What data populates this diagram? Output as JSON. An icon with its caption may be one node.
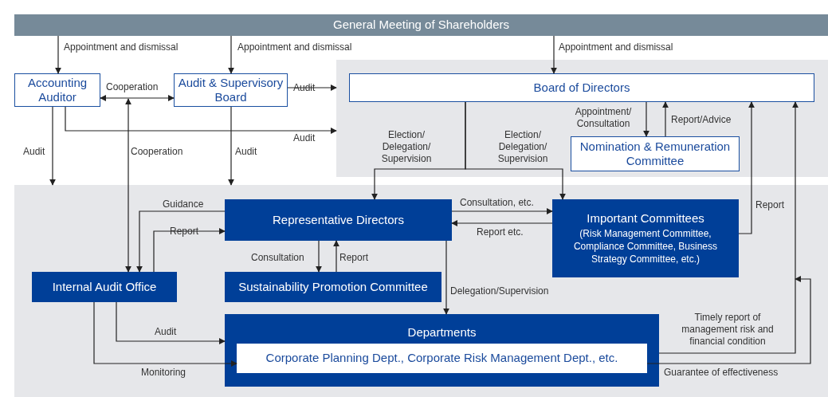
{
  "diagram": {
    "nodes": [
      {
        "text": [
          "General Meeting of Shareholders"
        ]
      },
      {
        "text": [],
        "shape": "box"
      },
      {
        "text": [],
        "shape": "box"
      },
      {
        "text": [
          "Accounting Auditor"
        ]
      },
      {
        "text": [
          "Audit & Supervisory Board"
        ]
      },
      {
        "text": [
          "Board of Directors"
        ],
        "in": 1
      },
      {
        "text": [
          "Nomination & Remuneration Committee"
        ],
        "in": 1
      },
      {
        "text": [
          "Representative Directors"
        ],
        "in": 2
      },
      {
        "text": [
          "Important Committees",
          "(Risk Management Committee, Compliance Committee, Business Strategy Committee, etc.)"
        ],
        "in": 2
      },
      {
        "text": [
          "Internal Audit Office"
        ],
        "in": 2
      },
      {
        "text": [
          "Sustainability Promotion Committee"
        ],
        "in": 2
      },
      {
        "text": [
          "Departments"
        ],
        "in": 2
      },
      {
        "text": [
          "Corporate Planning Dept., Corporate Risk Management Dept., etc."
        ],
        "in": 11
      }
    ],
    "edges": [
      {
        "from": 0,
        "to": 3,
        "arrow": "to",
        "label": "Appointment and dismissal"
      },
      {
        "from": 0,
        "to": 4,
        "arrow": "to",
        "label": "Appointment and dismissal"
      },
      {
        "from": 0,
        "to": 5,
        "arrow": "to",
        "label": "Appointment and dismissal"
      },
      {
        "from": 3,
        "to": 4,
        "arrow": "both",
        "label": "Cooperation"
      },
      {
        "from": 4,
        "to": 1,
        "arrow": "to",
        "label": "Audit"
      },
      {
        "from": 3,
        "to": 1,
        "arrow": "to",
        "label": "Audit"
      },
      {
        "from": 3,
        "to": 2,
        "arrow": "to",
        "label": "Audit"
      },
      {
        "from": 4,
        "to": 2,
        "arrow": "to",
        "label": "Audit"
      },
      {
        "from": null,
        "to": 9,
        "arrow": "both",
        "label": "Cooperation"
      },
      {
        "from": 5,
        "to": 7,
        "arrow": "to",
        "label": "Election/ Delegation/ Supervision"
      },
      {
        "from": 5,
        "to": 8,
        "arrow": "to",
        "label": "Election/ Delegation/ Supervision"
      },
      {
        "from": 5,
        "to": 6,
        "arrow": "to",
        "label": "Appointment/ Consultation"
      },
      {
        "from": 6,
        "to": 5,
        "arrow": "to",
        "label": "Report/Advice"
      },
      {
        "from": 7,
        "to": 9,
        "arrow": "to",
        "label": "Guidance"
      },
      {
        "from": 9,
        "to": 7,
        "arrow": "to",
        "label": "Report"
      },
      {
        "from": 7,
        "to": 8,
        "arrow": "to",
        "label": "Consultation, etc."
      },
      {
        "from": 8,
        "to": 7,
        "arrow": "to",
        "label": "Report etc."
      },
      {
        "from": 7,
        "to": 10,
        "arrow": "to",
        "label": "Consultation"
      },
      {
        "from": 10,
        "to": 7,
        "arrow": "to",
        "label": "Report"
      },
      {
        "from": 7,
        "to": 11,
        "arrow": "to",
        "label": "Delegation/Supervision"
      },
      {
        "from": 8,
        "to": 5,
        "arrow": "to",
        "label": "Report"
      },
      {
        "from": 11,
        "to": 5,
        "arrow": "to",
        "label": "Timely report of management risk and financial condition"
      },
      {
        "from": 12,
        "to": null,
        "arrow": "to",
        "label": "Guarantee of effectiveness"
      },
      {
        "from": 9,
        "to": 11,
        "arrow": "to",
        "label": "Audit"
      },
      {
        "from": 9,
        "to": 12,
        "arrow": "to",
        "label": "Monitoring"
      }
    ]
  }
}
